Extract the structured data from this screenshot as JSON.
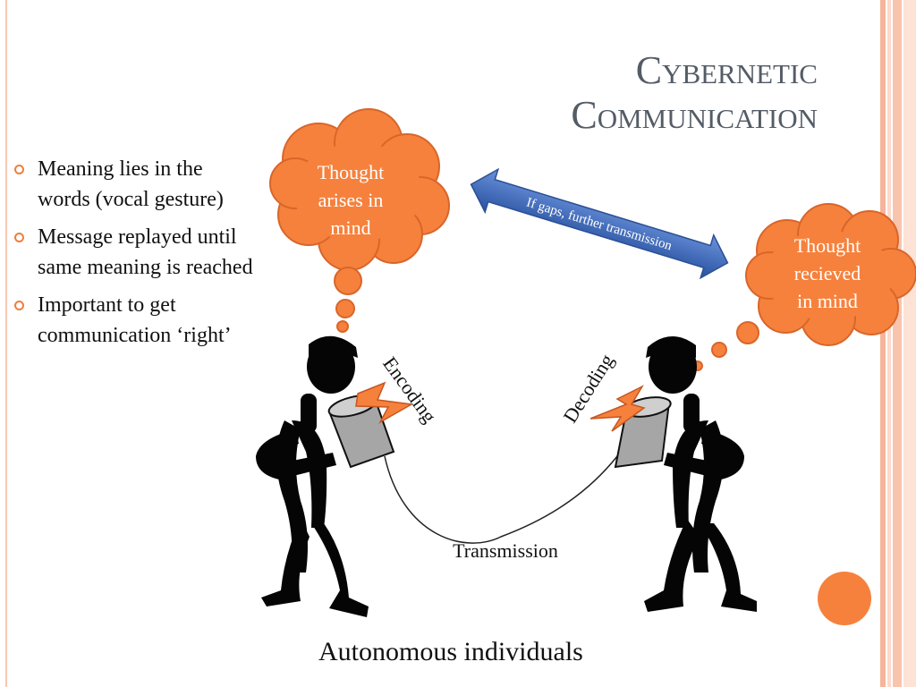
{
  "slide": {
    "title_line1": "Cybernetic",
    "title_line2": "Communication",
    "bullets": [
      "Meaning lies in the words (vocal gesture)",
      "Message replayed until same meaning is reached",
      "Important to get communication ‘right’"
    ],
    "diagram": {
      "sender_thought": [
        "Thought",
        "arises in",
        "mind"
      ],
      "receiver_thought": [
        "Thought",
        "recieved",
        "in mind"
      ],
      "arrow_label": "If gaps, further transmission",
      "encoding_label": "Encoding",
      "decoding_label": "Decoding",
      "transmission_label": "Transmission"
    },
    "footer": "Autonomous individuals"
  },
  "colors": {
    "accent_orange": "#f07f3c",
    "arrow_blue": "#3a66b8",
    "title_gray": "#545c66",
    "stripe_pink": "#f9c9b5"
  }
}
